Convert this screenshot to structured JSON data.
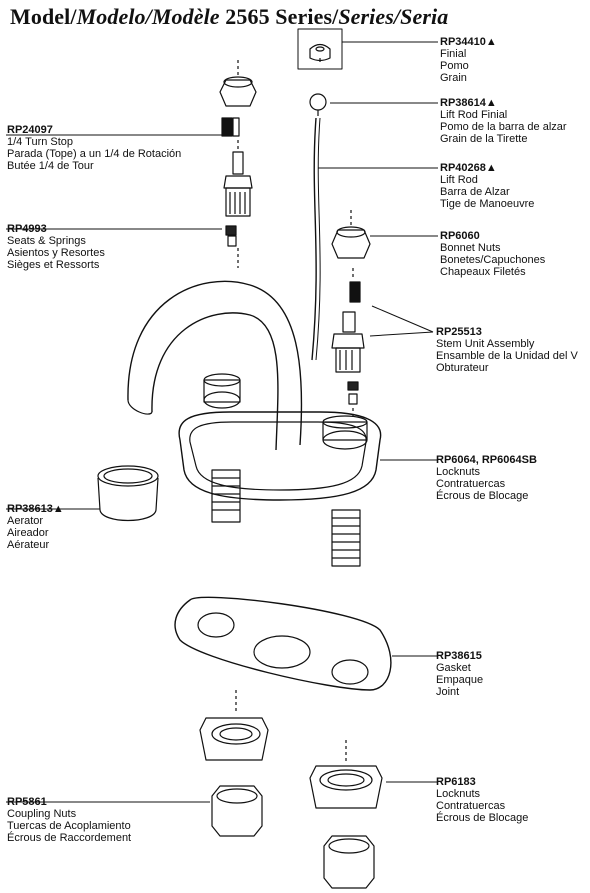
{
  "title": {
    "model": "Model/",
    "modelo": "Modelo/",
    "modele": "Modèle",
    "number": "2565",
    "series": "Series/",
    "series_fr": "Series/",
    "seria": "Seria"
  },
  "callouts": [
    {
      "pn": "RP34410▲",
      "lines": [
        "Finial",
        "Pomo",
        "Grain"
      ]
    },
    {
      "pn": "RP38614▲",
      "lines": [
        "Lift Rod Finial",
        "Pomo de la barra de alzar",
        "Grain de la Tirette"
      ]
    },
    {
      "pn": "RP40268▲",
      "lines": [
        "Lift Rod",
        "Barra de Alzar",
        "Tige de Manoeuvre"
      ]
    },
    {
      "pn": "RP6060",
      "lines": [
        "Bonnet Nuts",
        "Bonetes/Capuchones",
        "Chapeaux Filetés"
      ]
    },
    {
      "pn": "RP25513",
      "lines": [
        "Stem Unit Assembly",
        "Ensamble de la Unidad del V",
        "Obturateur"
      ]
    },
    {
      "pn": "RP6064, RP6064SB",
      "lines": [
        "Locknuts",
        "Contratuercas",
        "Écrous de Blocage"
      ]
    },
    {
      "pn": "RP38615",
      "lines": [
        "Gasket",
        "Empaque",
        "Joint"
      ]
    },
    {
      "pn": "RP6183",
      "lines": [
        "Locknuts",
        "Contratuercas",
        "Écrous de Blocage"
      ]
    },
    {
      "pn": "RP24097",
      "lines": [
        "1/4 Turn Stop",
        "Parada (Tope) a un 1/4 de Rotación",
        "Butée 1/4 de Tour"
      ]
    },
    {
      "pn": "RP4993",
      "lines": [
        "Seats & Springs",
        "Asientos y Resortes",
        "Sièges et Ressorts"
      ]
    },
    {
      "pn": "RP38613▲",
      "lines": [
        "Aerator",
        "Aireador",
        "Aérateur"
      ]
    },
    {
      "pn": "RP5861",
      "lines": [
        "Coupling Nuts",
        "Tuercas de Acoplamiento",
        "Écrous de Raccordement"
      ]
    }
  ]
}
